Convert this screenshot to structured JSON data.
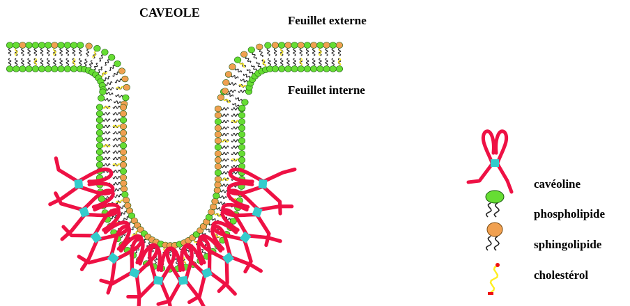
{
  "title": "CAVEOLE",
  "labels": {
    "outer_leaflet": "Feuillet externe",
    "inner_leaflet": "Feuillet interne"
  },
  "legend": [
    {
      "icon": "caveolin-icon",
      "label": "cavéoline"
    },
    {
      "icon": "phospholipid-icon",
      "label": "phospholipide"
    },
    {
      "icon": "sphingolipid-icon",
      "label": "sphingolipide"
    },
    {
      "icon": "cholesterol-icon",
      "label": "cholestérol"
    }
  ],
  "colors": {
    "phospholipid_head": "#66dd33",
    "sphingolipid_head": "#f0a050",
    "caveolin": "#ee1144",
    "caveolin_link": "#33cccc",
    "cholesterol": "#ffee22",
    "cholesterol_tip": "#ee1111",
    "lipid_tail": "#222222",
    "head_outline": "#1a5a10"
  }
}
